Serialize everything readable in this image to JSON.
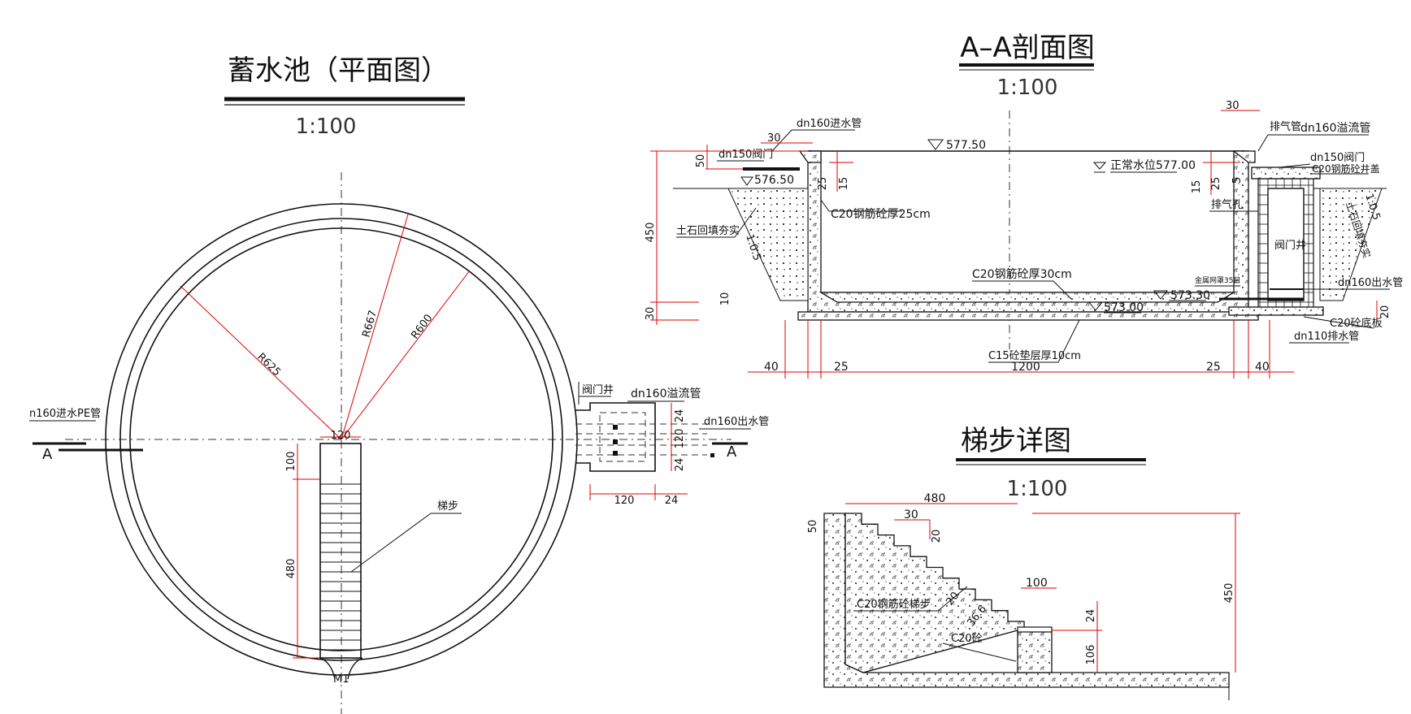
{
  "colors": {
    "line": "#111111",
    "dimension": "#e00000",
    "background": "#ffffff"
  },
  "plan": {
    "title": "蓄水池（平面图）",
    "scale": "1:100",
    "r_outer": "R667",
    "r_mid": "R625",
    "r_inner": "R600",
    "inlet_label": "n160进水PE管",
    "section_mark": "A",
    "valve_well": "阀门井",
    "overflow": "dn160溢流管",
    "outlet": "dn160出水管",
    "stair_label": "梯步",
    "stair_width": "120",
    "stair_top": "100",
    "stair_len": "480",
    "well_w": "120",
    "well_side": "24",
    "well_h": "120",
    "well_h_side1": "24",
    "well_h_side2": "24",
    "ladder_mark": "M1"
  },
  "section": {
    "title": "A–A剖面图",
    "scale": "1:100",
    "inlet": "dn160进水管",
    "valve_left": "dn150阀门",
    "elev_top": "577.50",
    "elev_ground": "576.50",
    "elev_normal": "正常水位577.00",
    "elev_bottom": "573.00",
    "elev_right": "573.30",
    "wall_note": "C20钢筋砼厚25cm",
    "floor_note": "C20钢筋砼厚30cm",
    "cushion_note": "C15砼垫层厚10cm",
    "backfill": "土石回填夯实",
    "slope": "1:0.5",
    "slope_right": "1:0.5",
    "backfill_right": "土石回填夯实",
    "vent": "排气管",
    "overflow": "dn160溢流管",
    "valve_right": "dn150阀门",
    "well_cover": "C20钢筋砼井盖",
    "vent_hole": "排气孔",
    "valve_well": "阀门井",
    "mesh": "金属网罩35目",
    "outlet": "dn160出水管",
    "base_slab": "C20砼底板",
    "drain": "dn110排水管",
    "d_50": "50",
    "d_450": "450",
    "d_10": "10",
    "d_30": "30",
    "d_30_top": "30",
    "d_30_right": "30",
    "d_25": "25",
    "d_15": "15",
    "d_15r": "15",
    "d_25r": "25",
    "d_5r": "5",
    "d_20r": "20",
    "d_40l": "40",
    "d_25l": "25",
    "d_1200": "1200",
    "d_25rr": "25",
    "d_40r": "40"
  },
  "stair": {
    "title": "梯步详图",
    "scale": "1:100",
    "d_480": "480",
    "d_30": "30",
    "d_20": "20",
    "d_50": "50",
    "d_100": "100",
    "d_24": "24",
    "d_106": "106",
    "d_450": "450",
    "d_angle": "36.6",
    "d_20b": "20",
    "stair_note": "C20钢筋砼梯步",
    "block_note": "C20砼"
  }
}
